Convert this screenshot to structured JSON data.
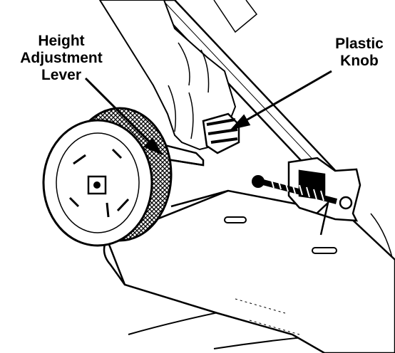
{
  "callouts": {
    "height_adjustment_lever": [
      "Height",
      "Adjustment",
      "Lever"
    ],
    "plastic_knob": [
      "Plastic",
      "Knob"
    ]
  },
  "colors": {
    "ink": "#000000",
    "paper": "#ffffff"
  },
  "icons": [
    "mower-wheel",
    "tread-pattern",
    "hand",
    "handle-bar",
    "height-lever",
    "plastic-knob",
    "spring",
    "bracket",
    "deck"
  ]
}
